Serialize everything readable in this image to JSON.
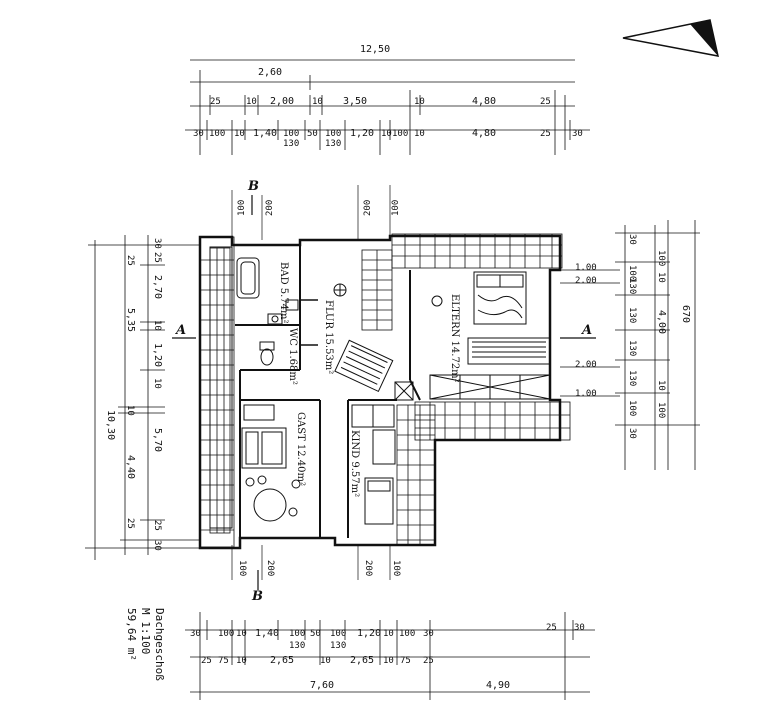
{
  "drawing": {
    "title_lines": [
      "Dachgeschoß",
      "M 1:100",
      "59,64 m²"
    ]
  },
  "rooms": {
    "bad": "BAD 5.74m²",
    "wc": "WC 1.68m²",
    "flur": "FLUR 15.53m²",
    "eltern": "ELTERN 14.72m²",
    "gast": "GAST 12.40m²",
    "kind": "KIND 9.57m²"
  },
  "section_markers": {
    "a_left": "A",
    "a_right": "A",
    "b_top": "B",
    "b_bottom": "B"
  },
  "dims_top": {
    "overall": "12,50",
    "row1": [
      "2,60"
    ],
    "row2": [
      "25",
      "10",
      "2,00",
      "10",
      "3,50",
      "10",
      "4,80",
      "25"
    ],
    "row3": [
      "30",
      "100",
      "10",
      "1,40",
      "100",
      "50",
      "100",
      "1,20",
      "10",
      "100",
      "10",
      "4,80",
      "25",
      "30"
    ],
    "row3_sub": [
      "130",
      "130"
    ]
  },
  "dims_top_vertical": [
    "100",
    "200",
    "200",
    "100"
  ],
  "dims_bottom_vertical": [
    "100",
    "200",
    "200",
    "100"
  ],
  "dims_left": {
    "overall": "10,30",
    "col1": [
      "25",
      "2,70",
      "10",
      "1,20",
      "10",
      "5,70",
      "25",
      "30"
    ],
    "col2": [
      "5,35",
      "10",
      "4,40"
    ],
    "top_small": [
      "30"
    ]
  },
  "dims_right": {
    "overall": "670",
    "col1": [
      "30",
      "100",
      "130",
      "130",
      "130",
      "130",
      "100",
      "30"
    ],
    "col2": [
      "10",
      "4,00",
      "10"
    ],
    "inline": [
      "1.00",
      "2.00",
      "2.00",
      "1.00"
    ]
  },
  "dims_bottom": {
    "row1": [
      "30",
      "100",
      "10",
      "1,40",
      "100",
      "50",
      "100",
      "1,20",
      "10",
      "100",
      "30",
      "25",
      "30"
    ],
    "row1_sub": [
      "130",
      "130"
    ],
    "row2": [
      "25",
      "75",
      "10",
      "2,65",
      "10",
      "2,65",
      "10",
      "75",
      "25"
    ],
    "row3": [
      "7,60",
      "4,90"
    ]
  }
}
